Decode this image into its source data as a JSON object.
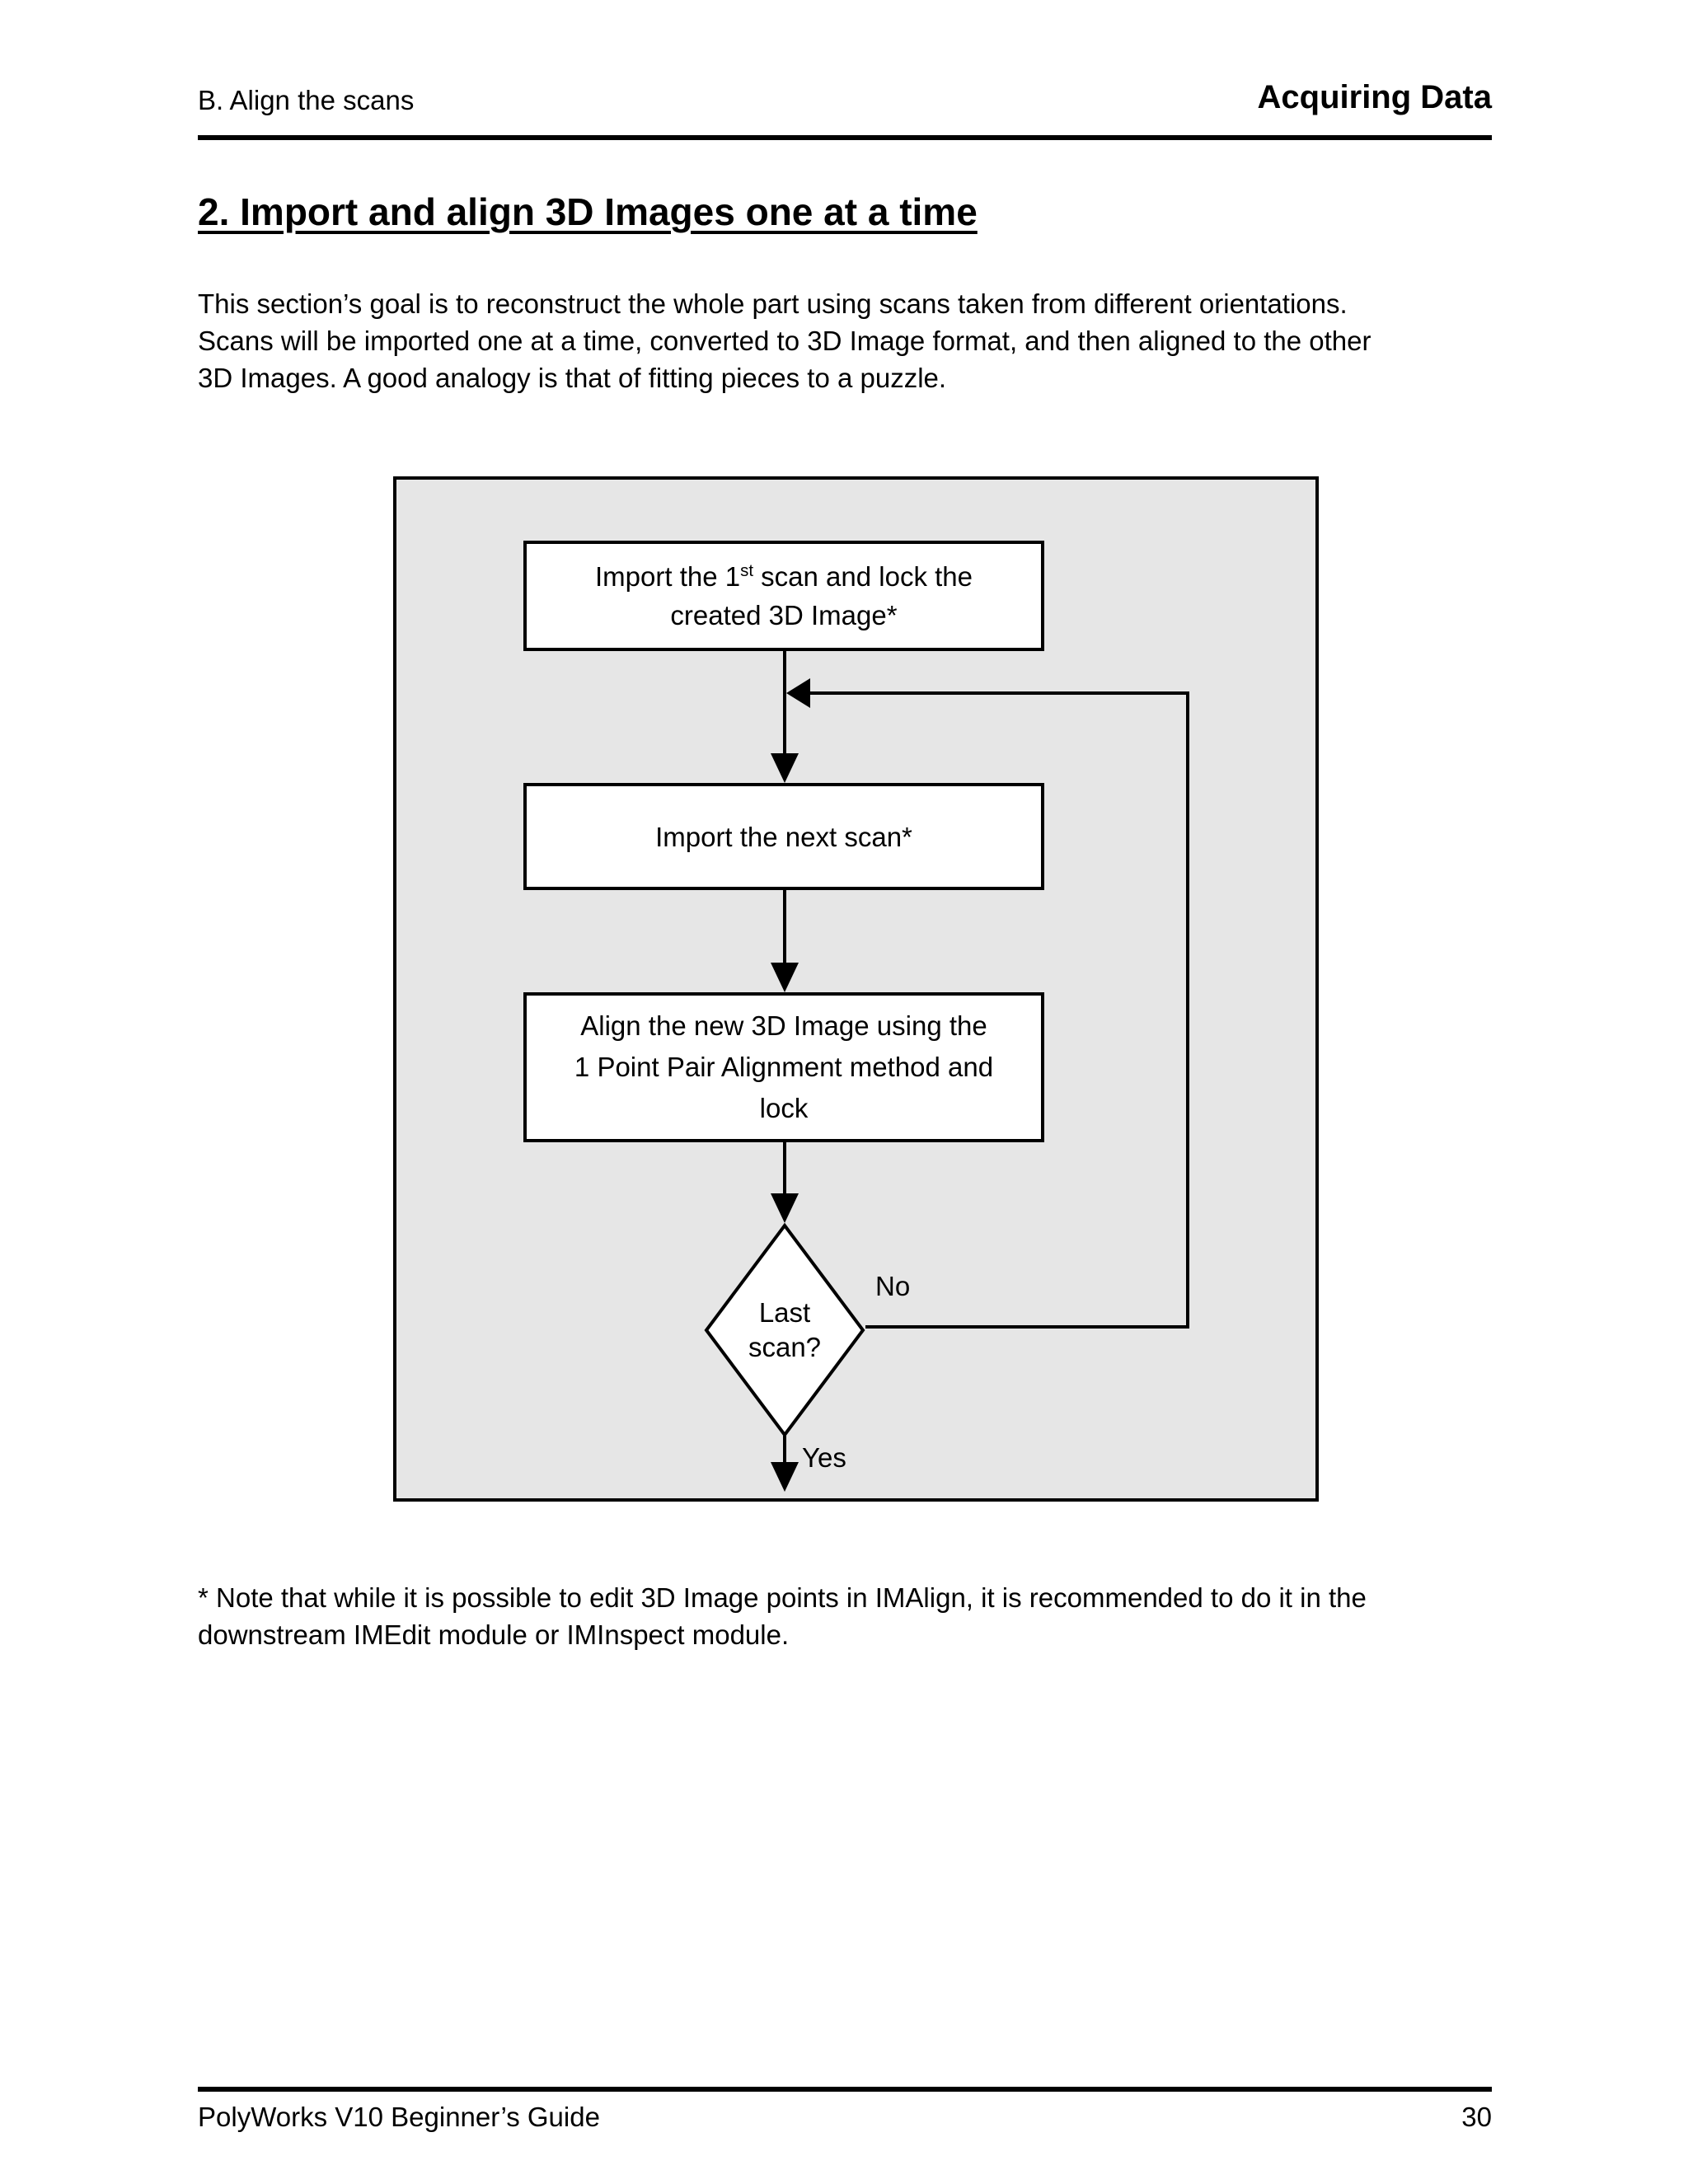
{
  "page": {
    "header": {
      "left": "B. Align the scans",
      "right": "Acquiring Data"
    },
    "title": "2. Import and align 3D Images one at a time",
    "intro_lines": [
      "This section’s goal is to reconstruct the whole part using scans taken from different orientations.",
      "Scans will be imported one at a time, converted to 3D Image format, and then aligned to the other",
      "3D Images. A good analogy is that of fitting pieces to a puzzle."
    ],
    "footnote_lines": [
      "* Note that while it is possible to edit 3D Image points in IMAlign, it is recommended to do it in the",
      "downstream IMEdit module or IMInspect module."
    ],
    "footer": {
      "left": "PolyWorks V10 Beginner’s Guide",
      "page_number": "30"
    }
  },
  "flowchart": {
    "step1": {
      "pre": "Import the 1",
      "sup": "st",
      "post": " scan and lock the",
      "line2": "created 3D Image*"
    },
    "step2": "Import the next scan*",
    "step3_lines": [
      "Align the new 3D Image using the",
      "1 Point Pair Alignment method and",
      "lock"
    ],
    "decision": {
      "line1": "Last",
      "line2": "scan?"
    },
    "labels": {
      "no": "No",
      "yes": "Yes"
    },
    "colors": {
      "panel_bg": "#e6e6e6",
      "box_bg": "#ffffff",
      "line": "#000000",
      "text": "#000000"
    }
  }
}
